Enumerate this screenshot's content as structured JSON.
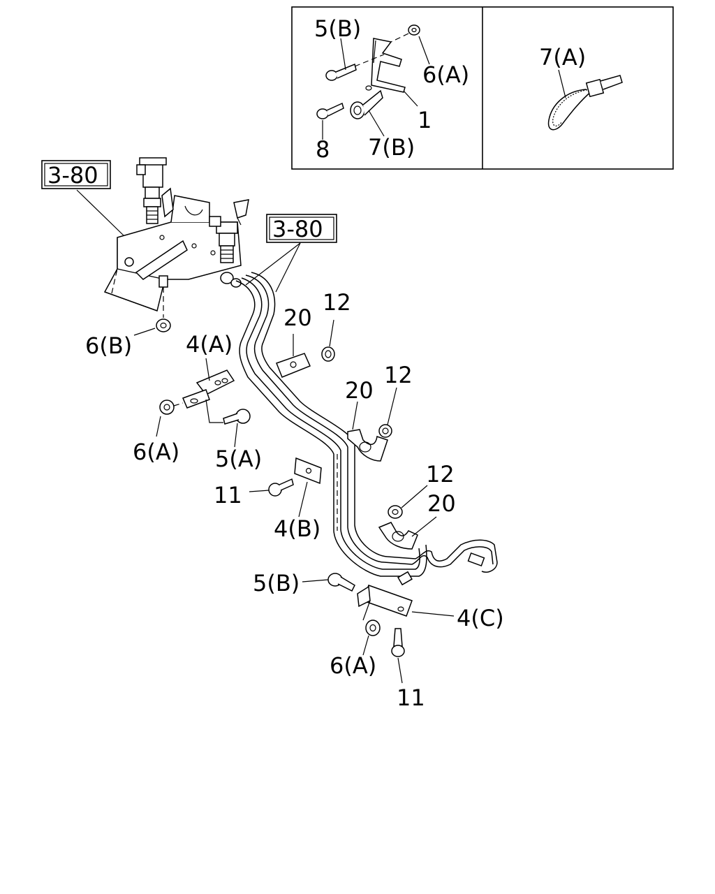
{
  "callouts": {
    "inset_5b": "5(B)",
    "inset_6a": "6(A)",
    "inset_1": "1",
    "inset_8": "8",
    "inset_7b": "7(B)",
    "inset_7a": "7(A)",
    "ref_upper": "3-80",
    "ref_middle": "3-80",
    "c_6b": "6(B)",
    "c_4a": "4(A)",
    "c_6a_1": "6(A)",
    "c_5a": "5(A)",
    "c_20_1": "20",
    "c_12_1": "12",
    "c_20_2": "20",
    "c_12_2": "12",
    "c_11_1": "11",
    "c_4b": "4(B)",
    "c_12_3": "12",
    "c_20_3": "20",
    "c_5b": "5(B)",
    "c_4c": "4(C)",
    "c_6a_2": "6(A)",
    "c_11_2": "11"
  }
}
